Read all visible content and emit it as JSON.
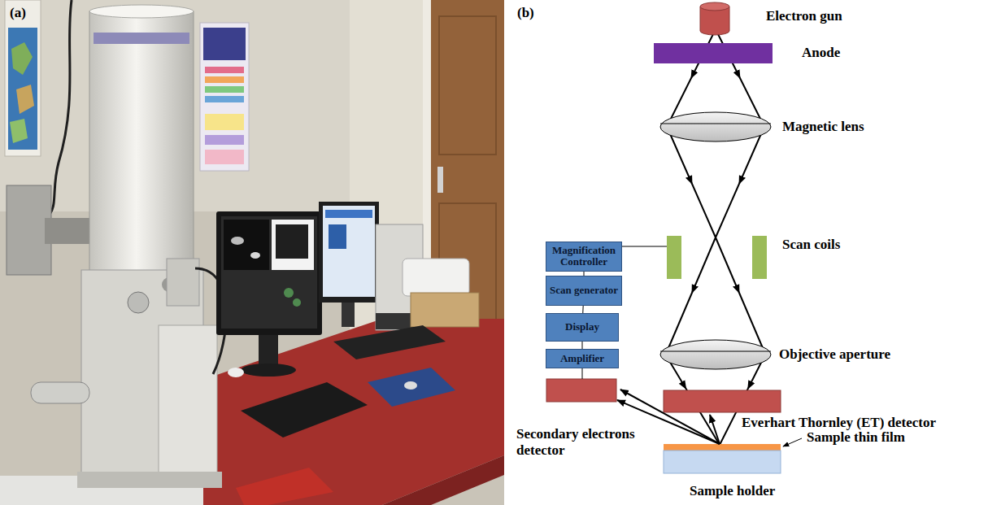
{
  "diagram": {
    "nodes": [
      {
        "text": [
          "Magnification Controller"
        ]
      },
      {
        "text": [
          "Scan generator"
        ]
      },
      {
        "text": [
          "Display"
        ]
      },
      {
        "text": [
          "Amplifier"
        ]
      }
    ],
    "edges": [
      {
        "from": 0,
        "to": 1,
        "arrow": "none"
      },
      {
        "from": 1,
        "to": 2,
        "arrow": "none"
      },
      {
        "from": 2,
        "to": 3,
        "arrow": "none"
      }
    ],
    "labels": [
      "(a)",
      "(b)",
      "Electron gun",
      "Anode",
      "Magnetic lens",
      "Scan coils",
      "Objective aperture",
      "Everhart Thornley (ET) detector",
      "Sample thin film",
      "Sample holder",
      "Secondary electrons detector"
    ]
  }
}
